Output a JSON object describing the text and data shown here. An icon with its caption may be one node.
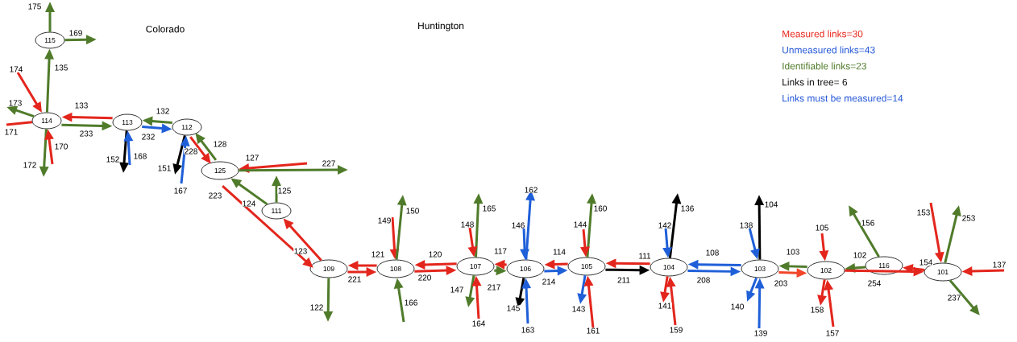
{
  "diagram": {
    "nodes": [
      {
        "text": [
          "115"
        ]
      },
      {
        "text": [
          "114"
        ]
      },
      {
        "text": [
          "113"
        ]
      },
      {
        "text": [
          "112"
        ]
      },
      {
        "text": [
          "125"
        ]
      },
      {
        "text": [
          "111"
        ]
      },
      {
        "text": [
          "109"
        ]
      },
      {
        "text": [
          "108"
        ]
      },
      {
        "text": [
          "107"
        ]
      },
      {
        "text": [
          "106"
        ]
      },
      {
        "text": [
          "105"
        ]
      },
      {
        "text": [
          "104"
        ]
      },
      {
        "text": [
          "103"
        ]
      },
      {
        "text": [
          "102"
        ]
      },
      {
        "text": [
          "116"
        ]
      },
      {
        "text": [
          "101"
        ]
      }
    ],
    "edges": [
      {
        "from": 0,
        "to": null,
        "arrow": "to",
        "label": "175",
        "color": "#4f7b2a"
      },
      {
        "from": 0,
        "to": null,
        "arrow": "to",
        "label": "169",
        "color": "#4f7b2a"
      },
      {
        "from": 1,
        "to": 0,
        "arrow": "to",
        "label": "135",
        "color": "#4f7b2a"
      },
      {
        "from": null,
        "to": 1,
        "arrow": "to",
        "label": "174"
      },
      {
        "from": 1,
        "to": null,
        "arrow": "to",
        "label": "173",
        "color": "#4f7b2a"
      },
      {
        "from": 2,
        "to": 1,
        "arrow": "to",
        "label": "133"
      },
      {
        "from": null,
        "to": 1,
        "arrow": "none",
        "label": "171"
      },
      {
        "from": 1,
        "to": 2,
        "arrow": "to",
        "label": "233",
        "color": "#4f7b2a"
      },
      {
        "from": 1,
        "to": null,
        "arrow": "to",
        "label": "172",
        "color": "#4f7b2a"
      },
      {
        "from": null,
        "to": 1,
        "arrow": "to",
        "label": "170"
      },
      {
        "from": 3,
        "to": 2,
        "arrow": "to",
        "label": "132",
        "color": "#4f7b2a"
      },
      {
        "from": 2,
        "to": 3,
        "arrow": "to",
        "label": "232",
        "color": "#1f5fd8"
      },
      {
        "from": 2,
        "to": null,
        "arrow": "to",
        "label": "152",
        "color": "#000000"
      },
      {
        "from": null,
        "to": 2,
        "arrow": "to",
        "label": "168",
        "color": "#1f5fd8"
      },
      {
        "from": 3,
        "to": null,
        "arrow": "to",
        "label": "151",
        "color": "#000000"
      },
      {
        "from": null,
        "to": 3,
        "arrow": "to",
        "label": "167",
        "color": "#1f5fd8"
      },
      {
        "from": 3,
        "to": 4,
        "arrow": "to",
        "label": "228"
      },
      {
        "from": 4,
        "to": 3,
        "arrow": "to",
        "label": "128",
        "color": "#4f7b2a"
      },
      {
        "from": null,
        "to": 4,
        "arrow": "to",
        "label": "127"
      },
      {
        "from": 4,
        "to": null,
        "arrow": "to",
        "label": "227",
        "color": "#4f7b2a"
      },
      {
        "from": 4,
        "to": 6,
        "arrow": "to",
        "label": "223"
      },
      {
        "from": 5,
        "to": 4,
        "arrow": "to",
        "label": "124",
        "color": "#4f7b2a"
      },
      {
        "from": 5,
        "to": null,
        "arrow": "to",
        "label": "125",
        "color": "#4f7b2a"
      },
      {
        "from": 6,
        "to": 5,
        "arrow": "to",
        "label": "123"
      },
      {
        "from": 7,
        "to": 6,
        "arrow": "to",
        "label": "121"
      },
      {
        "from": 6,
        "to": 7,
        "arrow": "to",
        "label": "221"
      },
      {
        "from": 6,
        "to": null,
        "arrow": "to",
        "label": "122",
        "color": "#4f7b2a"
      },
      {
        "from": null,
        "to": 7,
        "arrow": "to",
        "label": "149"
      },
      {
        "from": 7,
        "to": null,
        "arrow": "to",
        "label": "150",
        "color": "#4f7b2a"
      },
      {
        "from": null,
        "to": 7,
        "arrow": "to",
        "label": "166",
        "color": "#4f7b2a"
      },
      {
        "from": 8,
        "to": 7,
        "arrow": "to",
        "label": "120"
      },
      {
        "from": 7,
        "to": 8,
        "arrow": "to",
        "label": "220"
      },
      {
        "from": 8,
        "to": null,
        "arrow": "to",
        "label": "165",
        "color": "#4f7b2a"
      },
      {
        "from": null,
        "to": 8,
        "arrow": "to",
        "label": "148"
      },
      {
        "from": 9,
        "to": 8,
        "arrow": "to",
        "label": "117"
      },
      {
        "from": 8,
        "to": 9,
        "arrow": "to",
        "label": "217",
        "color": "#4f7b2a"
      },
      {
        "from": 8,
        "to": null,
        "arrow": "to",
        "label": "147",
        "color": "#4f7b2a"
      },
      {
        "from": null,
        "to": 8,
        "arrow": "to",
        "label": "164"
      },
      {
        "from": 9,
        "to": null,
        "arrow": "to",
        "label": "162",
        "color": "#1f5fd8"
      },
      {
        "from": null,
        "to": 9,
        "arrow": "to",
        "label": "146",
        "color": "#1f5fd8"
      },
      {
        "from": 10,
        "to": 9,
        "arrow": "to",
        "label": "114"
      },
      {
        "from": 9,
        "to": 10,
        "arrow": "to",
        "label": "214",
        "color": "#1f5fd8"
      },
      {
        "from": 9,
        "to": null,
        "arrow": "to",
        "label": "145",
        "color": "#000000"
      },
      {
        "from": null,
        "to": 9,
        "arrow": "to",
        "label": "163",
        "color": "#1f5fd8"
      },
      {
        "from": 10,
        "to": null,
        "arrow": "to",
        "label": "160",
        "color": "#4f7b2a"
      },
      {
        "from": null,
        "to": 10,
        "arrow": "to",
        "label": "144"
      },
      {
        "from": 11,
        "to": 10,
        "arrow": "to",
        "label": "111"
      },
      {
        "from": 10,
        "to": 11,
        "arrow": "to",
        "label": "211",
        "color": "#000000"
      },
      {
        "from": 10,
        "to": null,
        "arrow": "to",
        "label": "143",
        "color": "#1f5fd8"
      },
      {
        "from": null,
        "to": 10,
        "arrow": "to",
        "label": "161"
      },
      {
        "from": 11,
        "to": null,
        "arrow": "to",
        "label": "136",
        "color": "#000000"
      },
      {
        "from": null,
        "to": 11,
        "arrow": "to",
        "label": "142",
        "color": "#1f5fd8"
      },
      {
        "from": 12,
        "to": 11,
        "arrow": "to",
        "label": "108",
        "color": "#1f5fd8"
      },
      {
        "from": 11,
        "to": 12,
        "arrow": "to",
        "label": "208",
        "color": "#1f5fd8"
      },
      {
        "from": 11,
        "to": null,
        "arrow": "to",
        "label": "141"
      },
      {
        "from": null,
        "to": 11,
        "arrow": "to",
        "label": "159"
      },
      {
        "from": 12,
        "to": null,
        "arrow": "to",
        "label": "104",
        "color": "#000000"
      },
      {
        "from": null,
        "to": 12,
        "arrow": "to",
        "label": "138",
        "color": "#1f5fd8"
      },
      {
        "from": 13,
        "to": 12,
        "arrow": "to",
        "label": "103",
        "color": "#4f7b2a"
      },
      {
        "from": 12,
        "to": 13,
        "arrow": "to",
        "label": "203",
        "color": "#f2462a"
      },
      {
        "from": 12,
        "to": null,
        "arrow": "to",
        "label": "140",
        "color": "#1f5fd8"
      },
      {
        "from": null,
        "to": 12,
        "arrow": "to",
        "label": "139",
        "color": "#1f5fd8"
      },
      {
        "from": null,
        "to": 13,
        "arrow": "to",
        "label": "105"
      },
      {
        "from": 14,
        "to": 13,
        "arrow": "to",
        "label": "102",
        "color": "#4f7b2a"
      },
      {
        "from": 13,
        "to": 15,
        "arrow": "to",
        "label": "254"
      },
      {
        "from": 13,
        "to": null,
        "arrow": "to",
        "label": "158"
      },
      {
        "from": null,
        "to": 13,
        "arrow": "to",
        "label": "157"
      },
      {
        "from": 14,
        "to": null,
        "arrow": "to",
        "label": "156",
        "color": "#4f7b2a"
      },
      {
        "from": 15,
        "to": 14,
        "arrow": "to",
        "label": "154"
      },
      {
        "from": null,
        "to": 15,
        "arrow": "to",
        "label": "153"
      },
      {
        "from": 15,
        "to": null,
        "arrow": "to",
        "label": "253",
        "color": "#4f7b2a"
      },
      {
        "from": null,
        "to": 15,
        "arrow": "to",
        "label": "137"
      },
      {
        "from": 15,
        "to": null,
        "arrow": "to",
        "label": "237",
        "color": "#4f7b2a"
      }
    ],
    "labels": [
      "Colorado",
      "Huntington"
    ],
    "legend": [
      {
        "text": "Measured links=30",
        "color": "#e8261c"
      },
      {
        "text": "Unmeasured links=43",
        "color": "#2457d6"
      },
      {
        "text": "Identifiable links=23",
        "color": "#4f7b2a"
      },
      {
        "text": "Links in tree= 6",
        "color": "#111111"
      },
      {
        "text": "Links must be measured=14",
        "color": "#2457d6"
      }
    ]
  }
}
